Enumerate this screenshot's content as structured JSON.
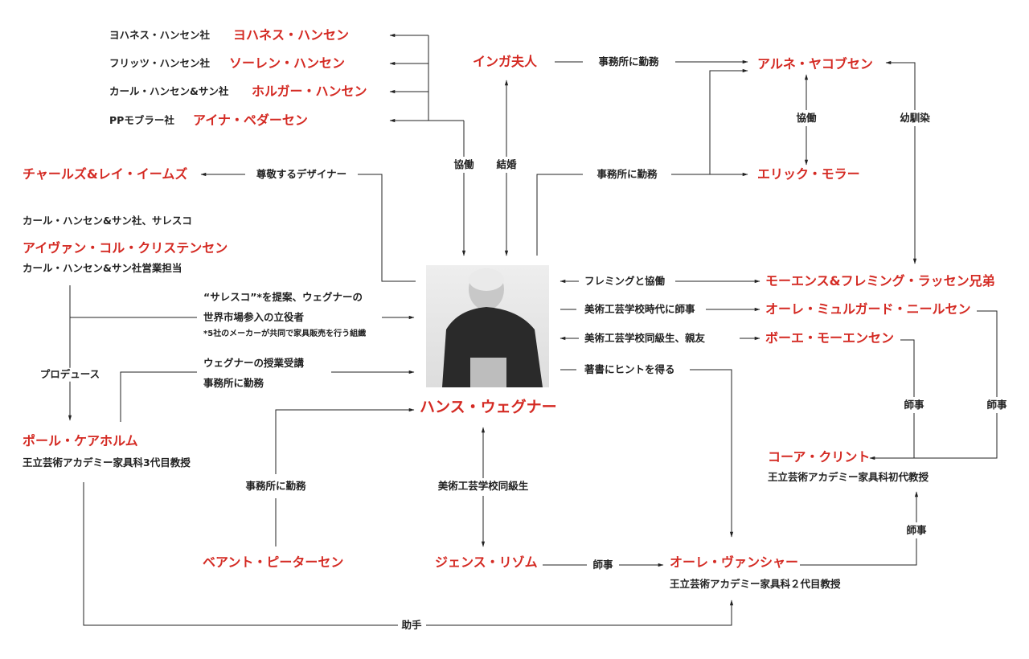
{
  "companies": [
    {
      "company": "ヨハネス・ハンセン社",
      "person": "ヨハネス・ハンセン"
    },
    {
      "company": "フリッツ・ハンセン社",
      "person": "ソーレン・ハンセン"
    },
    {
      "company": "カール・ハンセン&サン社",
      "person": "ホルガー・ハンセン"
    },
    {
      "company": "PPモブラー社",
      "person": "アイナ・ペダーセン"
    }
  ],
  "people": {
    "inga": "インガ夫人",
    "arne": "アルネ・ヤコブセン",
    "erik": "エリック・モラー",
    "eames": "チャールズ&レイ・イームズ",
    "ivan": "アイヴァン・コル・クリステンセン",
    "ivan_note1": "カール・ハンセン&サン社、サレスコ",
    "ivan_note2": "カール・ハンセン&サン社営業担当",
    "wegner": "ハンス・ウェグナー",
    "poul": "ポール・ケアホルム",
    "poul_title": "王立芸術アカデミー家具科3代目教授",
    "mogens": "モーエンス&フレミング・ラッセン兄弟",
    "ole_m": "オーレ・ミュルガード・ニールセン",
    "borge": "ボーエ・モーエンセン",
    "kaare": "コーア・クリント",
    "kaare_title": "王立芸術アカデミー家具科初代教授",
    "bent": "ベアント・ピーターセン",
    "jens": "ジェンス・リゾム",
    "ole_w": "オーレ・ヴァンシャー",
    "ole_w_title": "王立芸術アカデミー家具科２代目教授"
  },
  "relations": {
    "kyodo": "協働",
    "kekkon": "結婚",
    "jimusho1": "事務所に勤務",
    "jimusho2": "事務所に勤務",
    "kyodo2": "協働",
    "osananajimi": "幼馴染",
    "sonkei": "尊敬するデザイナー",
    "produce": "プロデュース",
    "salesco1": "“サレスコ”*を提案、ウェグナーの",
    "salesco2": "世界市場参入の立役者",
    "salesco_note": "*5社のメーカーが共同で家具販売を行う組織",
    "jugyo1": "ウェグナーの授業受講",
    "jugyo2": "事務所に勤務",
    "fleming": "フレミングと協働",
    "shiji_school": "美術工芸学校時代に師事",
    "doukyu_shinyu": "美術工芸学校同級生、親友",
    "chosho": "著書にヒントを得る",
    "shiji1": "師事",
    "shiji2": "師事",
    "jimusho3": "事務所に勤務",
    "doukyu": "美術工芸学校同級生",
    "shiji3": "師事",
    "shiji4": "師事",
    "joshu": "助手"
  },
  "colors": {
    "accent": "#d42a23",
    "line": "#222222"
  }
}
